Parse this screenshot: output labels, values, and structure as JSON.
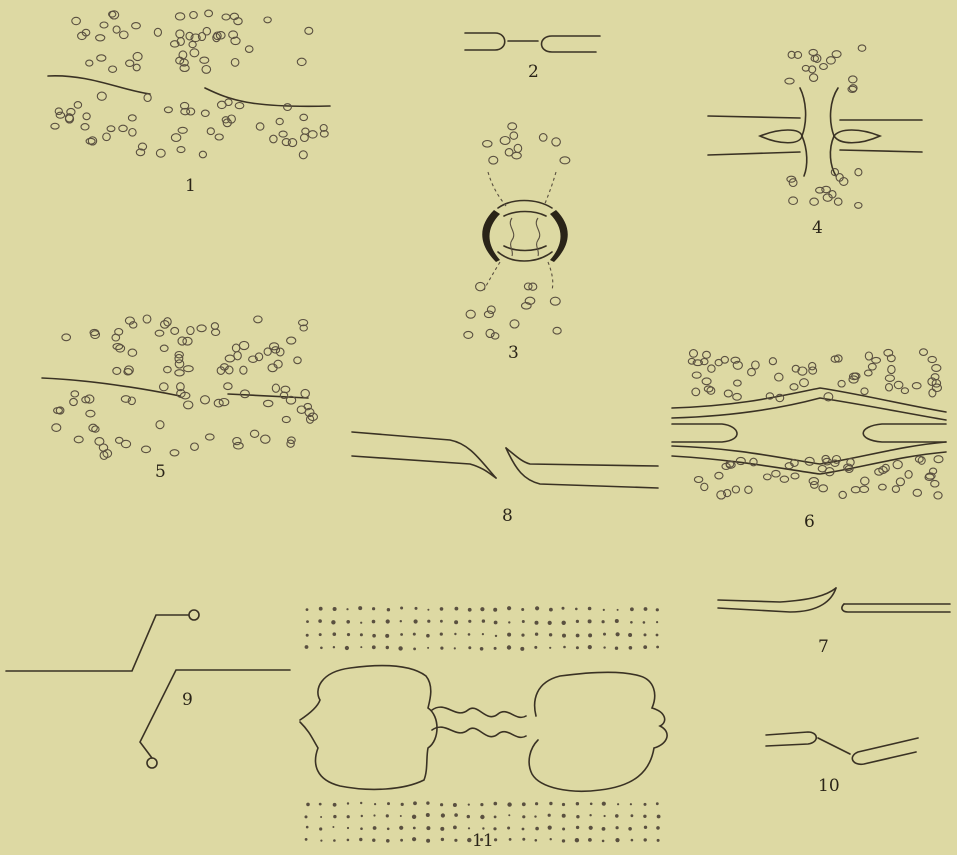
{
  "plate": {
    "background": "#ddd9a3",
    "ink": "#3a3224",
    "figures": [
      {
        "id": "fig1",
        "label": "1"
      },
      {
        "id": "fig2",
        "label": "2"
      },
      {
        "id": "fig3",
        "label": "3"
      },
      {
        "id": "fig4",
        "label": "4"
      },
      {
        "id": "fig5",
        "label": "5"
      },
      {
        "id": "fig6",
        "label": "6"
      },
      {
        "id": "fig7",
        "label": "7"
      },
      {
        "id": "fig8",
        "label": "8"
      },
      {
        "id": "fig9",
        "label": "9"
      },
      {
        "id": "fig10",
        "label": "10"
      },
      {
        "id": "fig11",
        "label": "11"
      }
    ]
  }
}
